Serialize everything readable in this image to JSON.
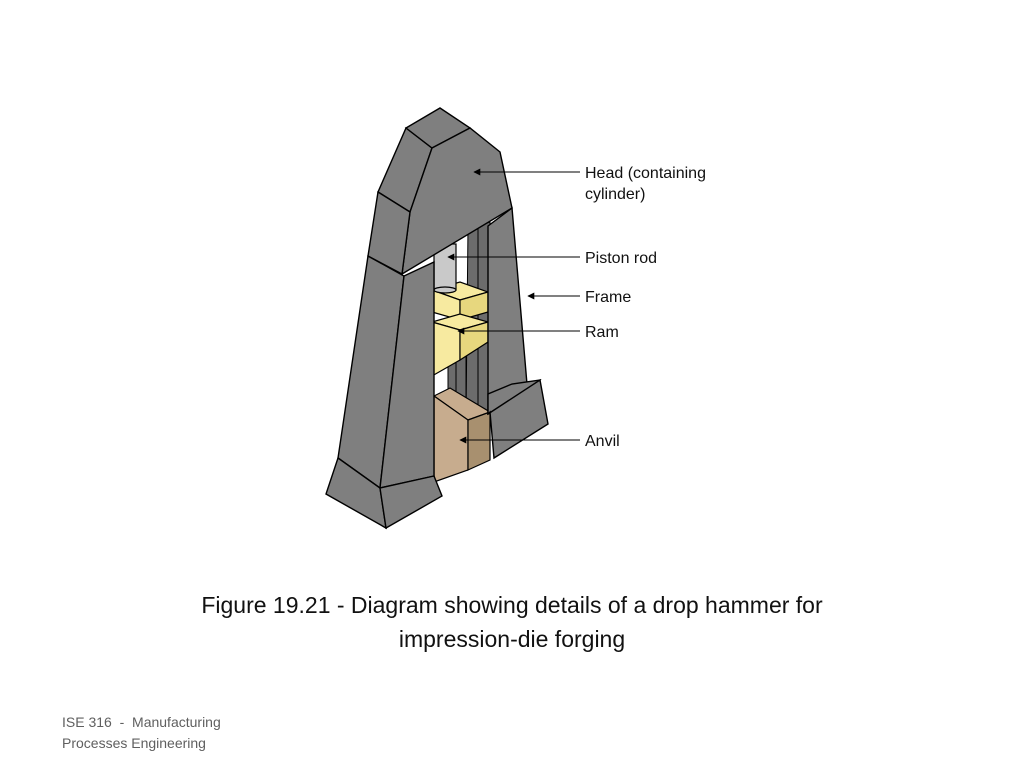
{
  "diagram": {
    "labels": {
      "head_line1": "Head (containing",
      "head_line2": "cylinder)",
      "piston_rod": "Piston rod",
      "frame": "Frame",
      "ram": "Ram",
      "anvil": "Anvil"
    },
    "colors": {
      "frame": "#7f7f7f",
      "frame_shadow": "#6c6c6c",
      "ram": "#f7eaa0",
      "ram_dark": "#e7d77e",
      "anvil": "#c7ac8e",
      "anvil_dark": "#a8906f",
      "piston": "#c9c9c9",
      "outline": "#000000"
    }
  },
  "caption": {
    "line1": "Figure 19.21 - Diagram showing details of a drop hammer for",
    "line2": "impression-die forging"
  },
  "footer": {
    "line1": "ISE 316  -  Manufacturing",
    "line2": "Processes Engineering"
  }
}
